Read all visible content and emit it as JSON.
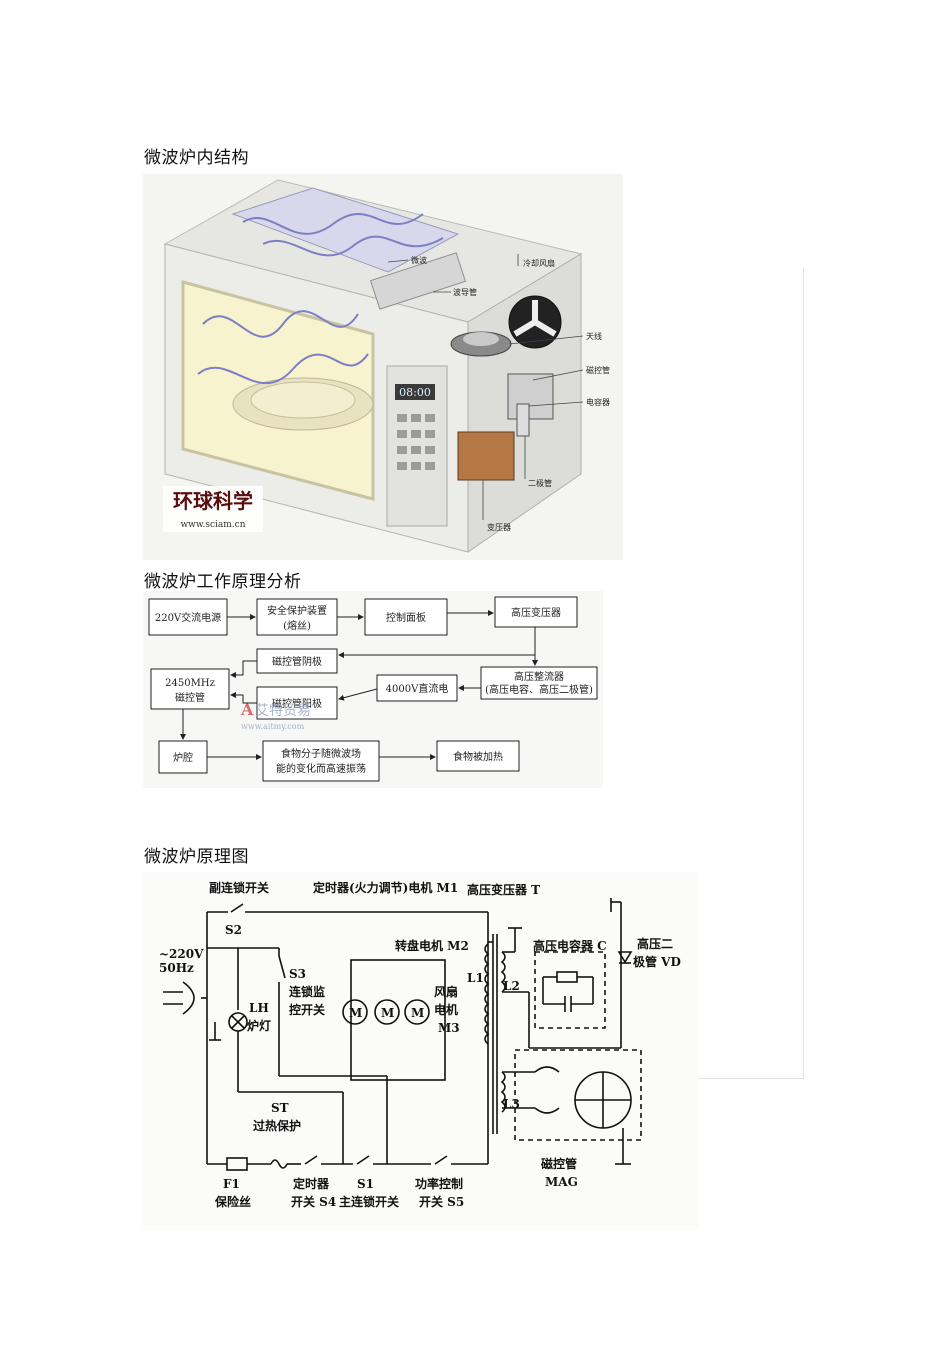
{
  "headings": {
    "structure": "微波炉内结构",
    "analysis": "微波炉工作原理分析",
    "schematic": "微波炉原理图"
  },
  "structure_figure": {
    "logo_main": "环球科学",
    "logo_url": "www.sciam.cn",
    "display_time": "08:00",
    "callouts": {
      "microwave": "微波",
      "cooling_fan": "冷却风扇",
      "waveguide": "波导管",
      "antenna": "天线",
      "magnetron": "磁控管",
      "capacitor": "电容器",
      "diode": "二极管",
      "transformer": "变压器"
    }
  },
  "block_diagram": {
    "blocks": {
      "power": "220V交流电源",
      "safety": "安全保护装置",
      "safety_sub": "(熔丝)",
      "control": "控制面板",
      "hv_transformer": "高压变压器",
      "cathode": "磁控管阴极",
      "rectifier": "高压整流器",
      "rectifier_sub": "(高压电容、高压二极管)",
      "dc4000": "4000V直流电",
      "magnetron_line1": "2450MHz",
      "magnetron_line2": "磁控管",
      "anode": "磁控管阳极",
      "cavity": "炉腔",
      "molecules_line1": "食物分子随微波场",
      "molecules_line2": "能的变化而高速振荡",
      "heated": "食物被加热"
    },
    "watermark_name": "艾特贸易",
    "watermark_url": "www.aitmy.com"
  },
  "circuit": {
    "labels": {
      "s2_title": "副连锁开关",
      "s2": "S2",
      "timer_motor": "定时器(火力调节)电机 M1",
      "hv_transformer": "高压变压器 T",
      "supply_v": "~220V",
      "supply_hz": "50Hz",
      "s3": "S3",
      "s3_line1": "连锁监",
      "s3_line2": "控开关",
      "turntable": "转盘电机 M2",
      "fan_line1": "风扇",
      "fan_line2": "电机",
      "fan_line3": "M3",
      "lh": "LH",
      "lh_name": "炉灯",
      "motor": "M",
      "l1": "L1",
      "l2": "L2",
      "l3": "L3",
      "hv_cap": "高压电容器 C",
      "hv_diode_line1": "高压二",
      "hv_diode_line2": "极管 VD",
      "st": "ST",
      "st_name": "过热保护",
      "f1": "F1",
      "f1_name": "保险丝",
      "s4_line1": "定时器",
      "s4_line2": "开关 S4",
      "s1": "S1",
      "s1_name": "主连锁开关",
      "s5_line1": "功率控制",
      "s5_line2": "开关 S5",
      "mag_name": "磁控管",
      "mag": "MAG"
    }
  }
}
